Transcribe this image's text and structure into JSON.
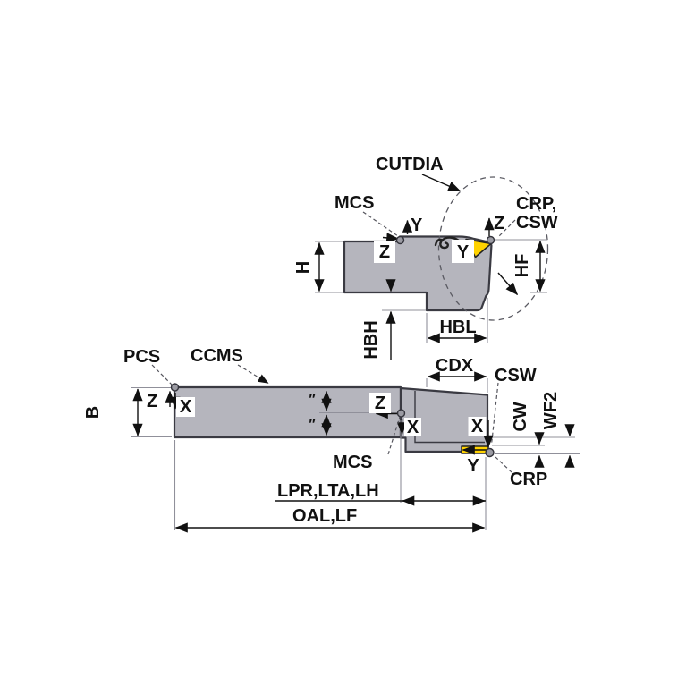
{
  "diagram": {
    "colors": {
      "body_fill": "#b5b5bd",
      "body_stroke": "#3a3a42",
      "insert_fill": "#ffd200",
      "dimension_color": "#111111",
      "extension_color": "#90909a",
      "point_marker_fill": "#9b9ba3",
      "background": "#ffffff"
    },
    "top_view": {
      "cutdia": "CUTDIA",
      "mcs": "MCS",
      "crp_csw_1": "CRP,",
      "crp_csw_2": "CSW",
      "axis_y_shank": "Y",
      "axis_z_shank": "Z",
      "axis_z_tip": "Z",
      "axis_y_tip": "Y",
      "dim_h": "H",
      "dim_hf": "HF",
      "dim_hbh": "HBH",
      "dim_hbl": "HBL"
    },
    "bottom_view": {
      "pcs": "PCS",
      "ccms": "CCMS",
      "mcs": "MCS",
      "csw": "CSW",
      "crp": "CRP",
      "axis_z_left": "Z",
      "axis_x_left": "X",
      "axis_z_mid": "Z",
      "axis_x_mid": "X",
      "axis_x_tip": "X",
      "axis_y_tip": "Y",
      "dim_b": "B",
      "dim_cdx": "CDX",
      "dim_cw": "CW",
      "dim_wf2": "WF2",
      "dim_lpr": "LPR,LTA,LH",
      "dim_oal": "OAL,LF",
      "equal_mark": "″"
    }
  }
}
